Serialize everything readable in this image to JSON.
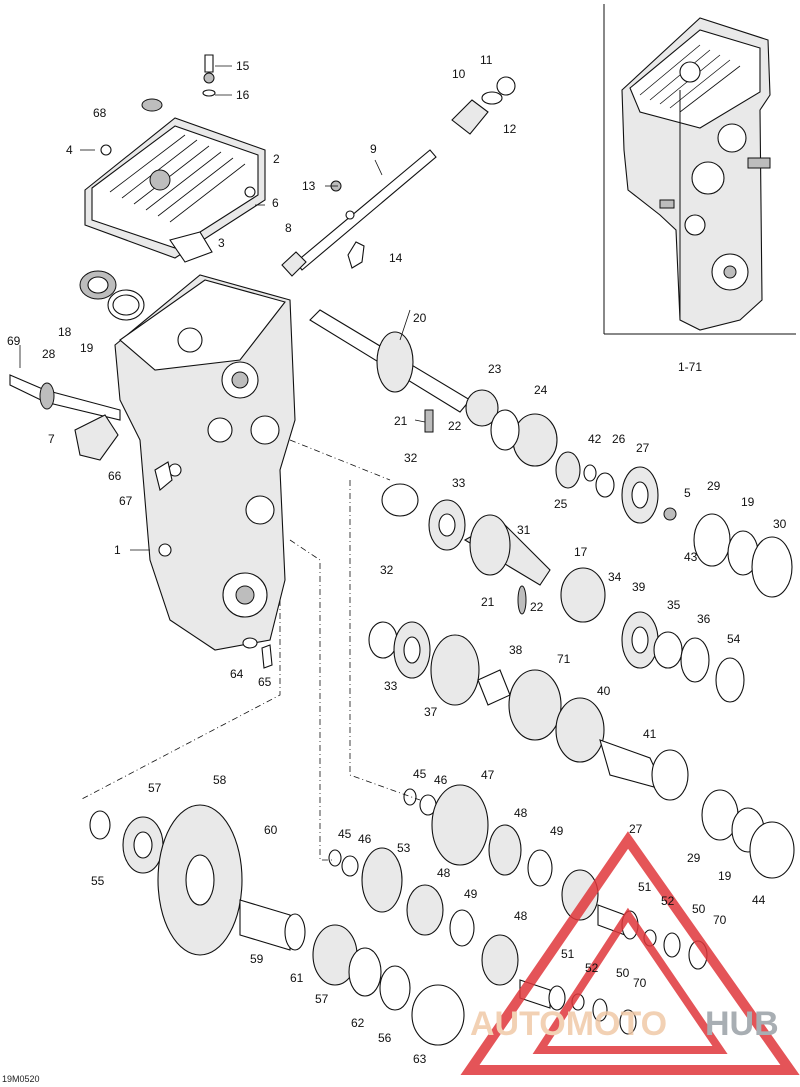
{
  "diagram": {
    "reference_code": "19M0520",
    "watermark": {
      "part1": "AUTOMOTO",
      "part2": "HUB"
    },
    "callouts": [
      "15",
      "16",
      "68",
      "4",
      "2",
      "6",
      "8",
      "3",
      "9",
      "13",
      "14",
      "10",
      "11",
      "12",
      "18",
      "19",
      "69",
      "28",
      "7",
      "66",
      "67",
      "1",
      "64",
      "65",
      "20",
      "23",
      "24",
      "21",
      "22",
      "32",
      "25",
      "42",
      "26",
      "27",
      "5",
      "29",
      "19",
      "30",
      "43",
      "33",
      "31",
      "17",
      "34",
      "39",
      "32",
      "21",
      "22",
      "35",
      "36",
      "54",
      "33",
      "37",
      "38",
      "71",
      "40",
      "41",
      "45",
      "46",
      "47",
      "48",
      "49",
      "27",
      "29",
      "19",
      "44",
      "57",
      "58",
      "60",
      "55",
      "45",
      "46",
      "53",
      "48",
      "49",
      "48",
      "51",
      "52",
      "50",
      "70",
      "59",
      "61",
      "57",
      "62",
      "56",
      "63",
      "51",
      "52",
      "50",
      "70",
      "1-71"
    ]
  },
  "colors": {
    "ink": "#111111",
    "watermark_red": "#e0373b",
    "watermark_orange": "#f0c9a8",
    "watermark_gray": "#9aa0a6"
  }
}
